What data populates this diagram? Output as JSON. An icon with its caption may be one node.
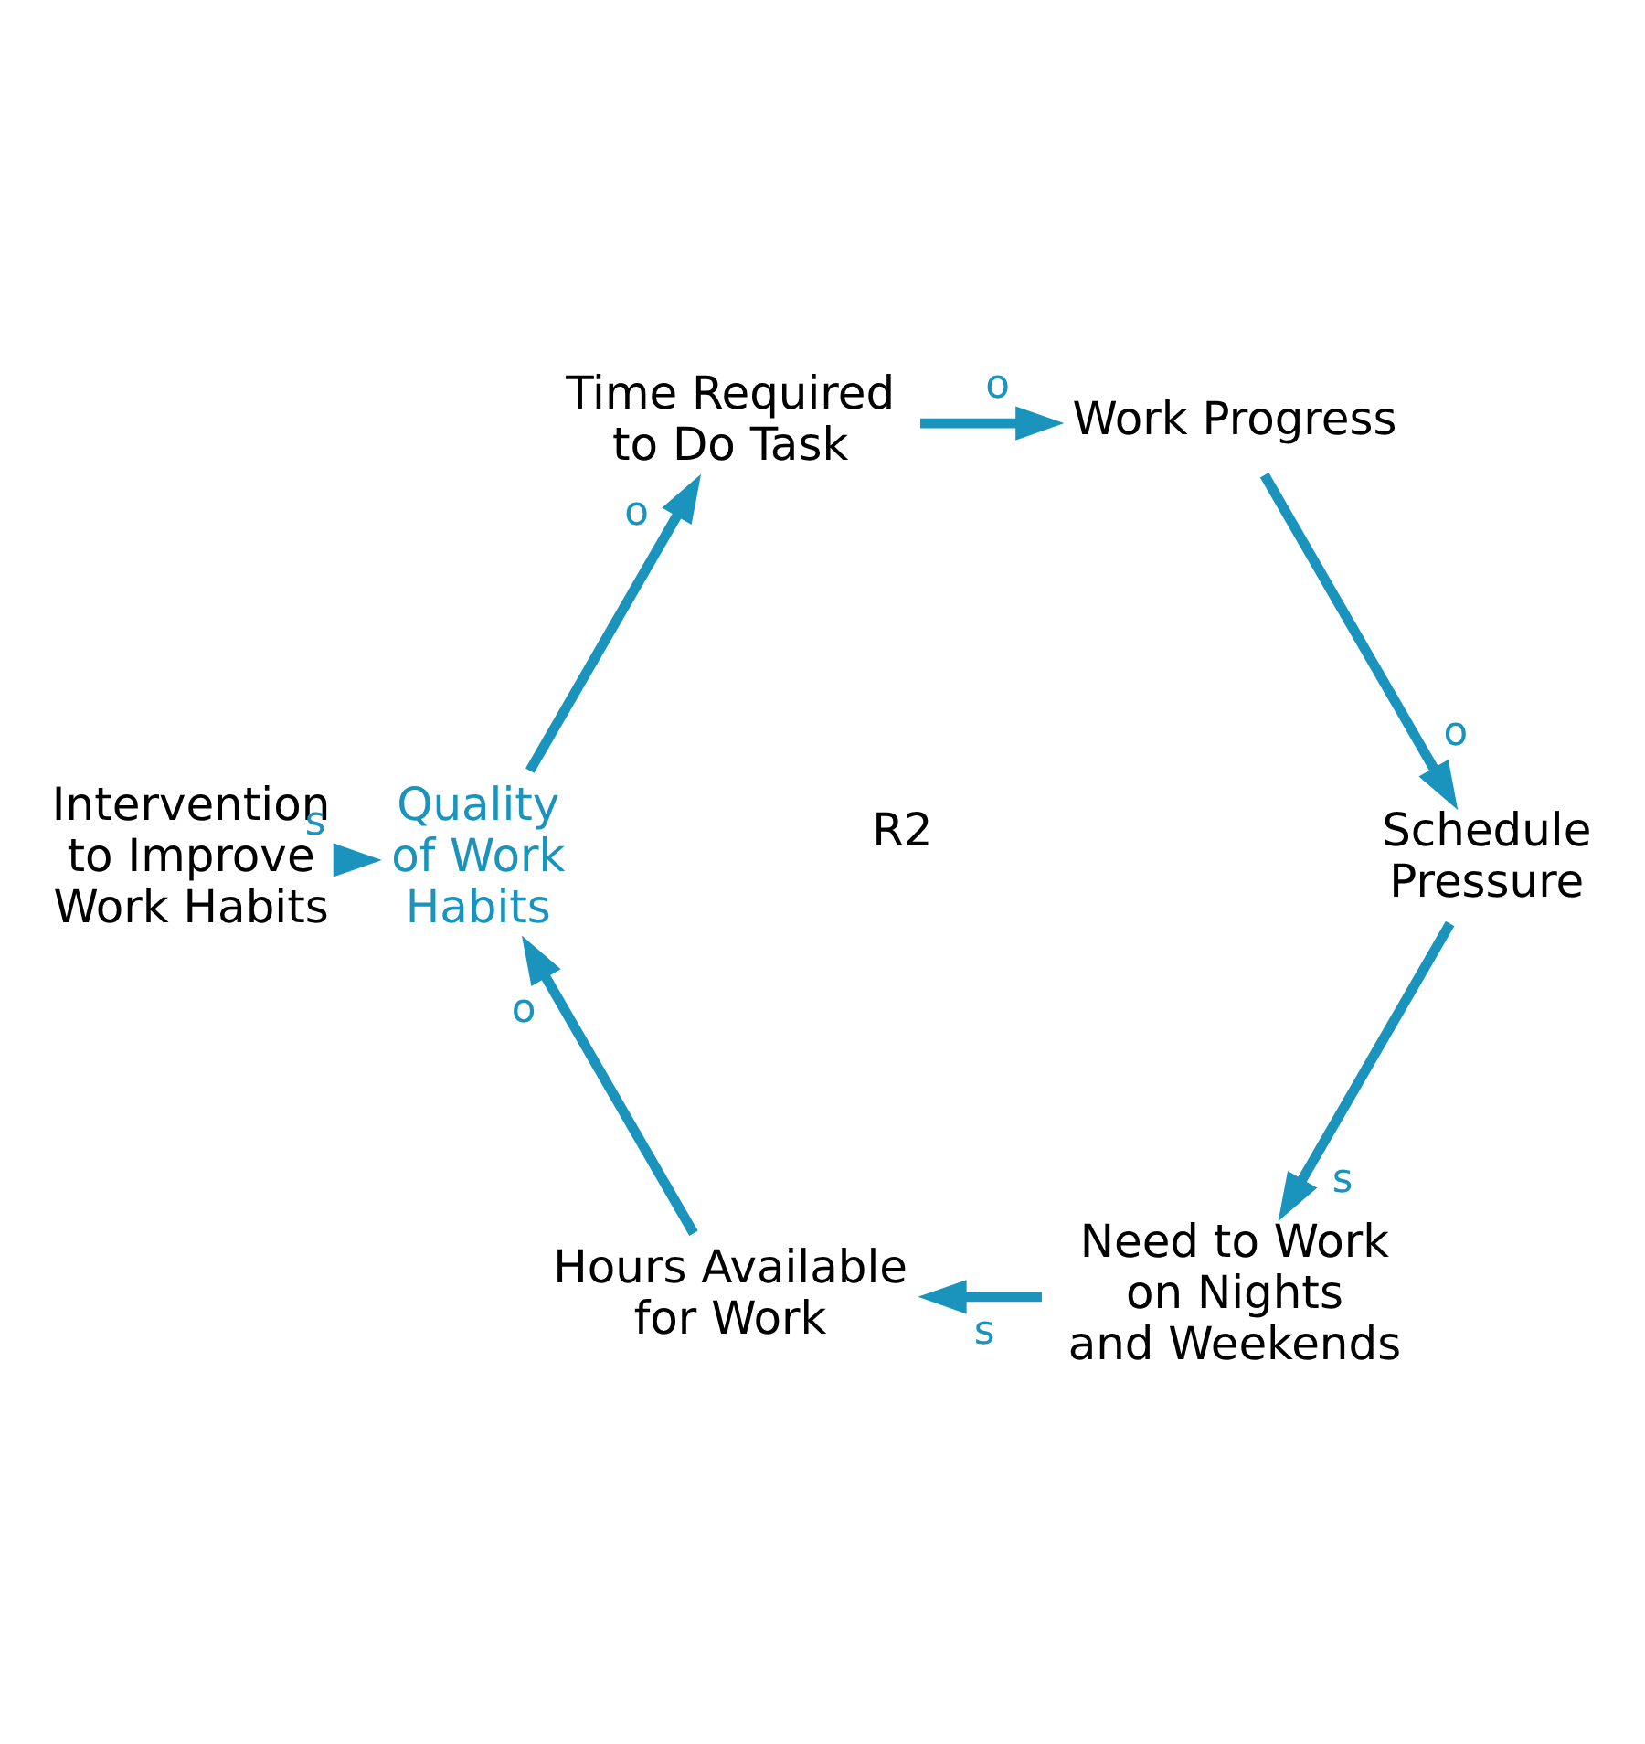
{
  "diagram": {
    "nodes": [
      {
        "text": [
          "Intervention to Improve Work Habits"
        ]
      },
      {
        "text": [
          "Quality of Work Habits"
        ]
      },
      {
        "text": [
          "Time Required to Do Task"
        ]
      },
      {
        "text": [
          "Work Progress"
        ]
      },
      {
        "text": [
          "Schedule Pressure"
        ]
      },
      {
        "text": [
          "Need to Work on Nights and Weekends"
        ]
      },
      {
        "text": [
          "Hours Available for Work"
        ]
      }
    ],
    "edges": [
      {
        "from": 0,
        "to": 1,
        "arrow": "to",
        "label": "s"
      },
      {
        "from": 1,
        "to": 2,
        "arrow": "to",
        "label": "o"
      },
      {
        "from": 2,
        "to": 3,
        "arrow": "to",
        "label": "o"
      },
      {
        "from": 3,
        "to": 4,
        "arrow": "to",
        "label": "o"
      },
      {
        "from": 4,
        "to": 5,
        "arrow": "to",
        "label": "s"
      },
      {
        "from": 5,
        "to": 6,
        "arrow": "to",
        "label": "s"
      },
      {
        "from": 6,
        "to": 1,
        "arrow": "to",
        "label": "o"
      }
    ],
    "labels": [
      "R2"
    ]
  }
}
